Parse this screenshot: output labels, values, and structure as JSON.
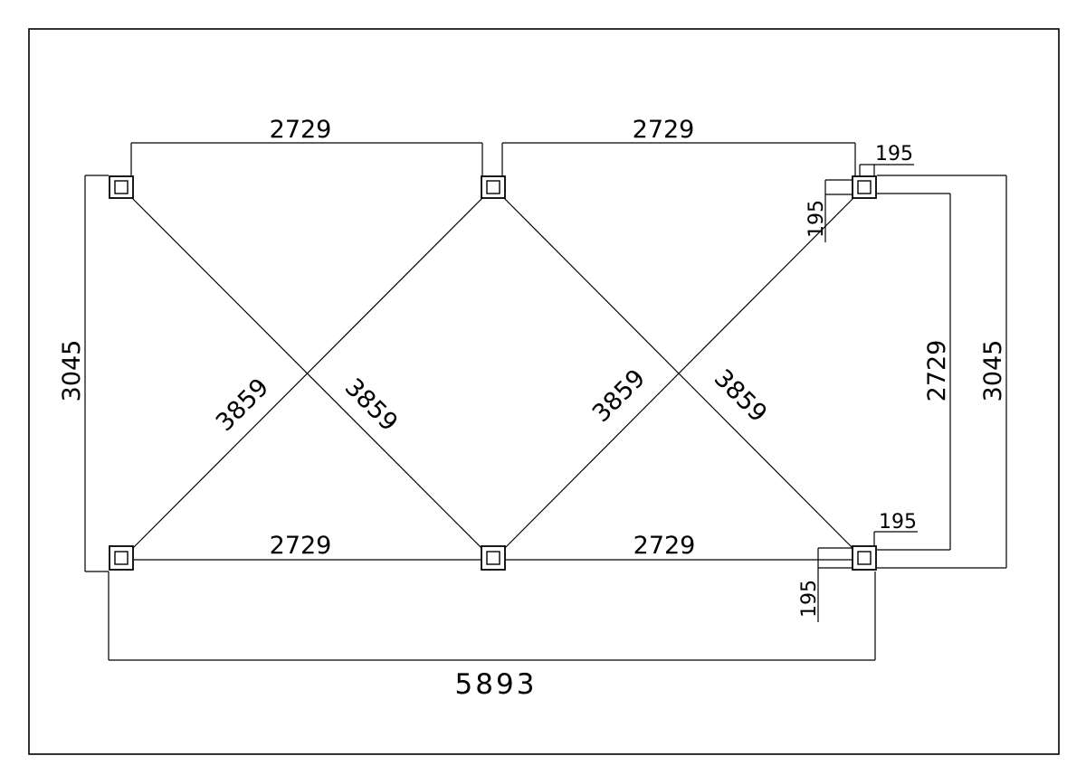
{
  "bays": [
    {
      "id": "top-left",
      "label": "2729"
    },
    {
      "id": "top-right",
      "label": "2729"
    },
    {
      "id": "bottom-left",
      "label": "2729"
    },
    {
      "id": "bottom-right",
      "label": "2729"
    }
  ],
  "diagonals": [
    {
      "id": "1",
      "label": "3859"
    },
    {
      "id": "2",
      "label": "3859"
    },
    {
      "id": "3",
      "label": "3859"
    },
    {
      "id": "4",
      "label": "3859"
    }
  ],
  "overall_width": "5893",
  "overall_depth_left": "3045",
  "overall_depth_right": "3045",
  "inner_depth_right": "2729",
  "post_size": {
    "top_h": "195",
    "top_v": "195",
    "bottom_h": "195",
    "bottom_v": "195"
  }
}
